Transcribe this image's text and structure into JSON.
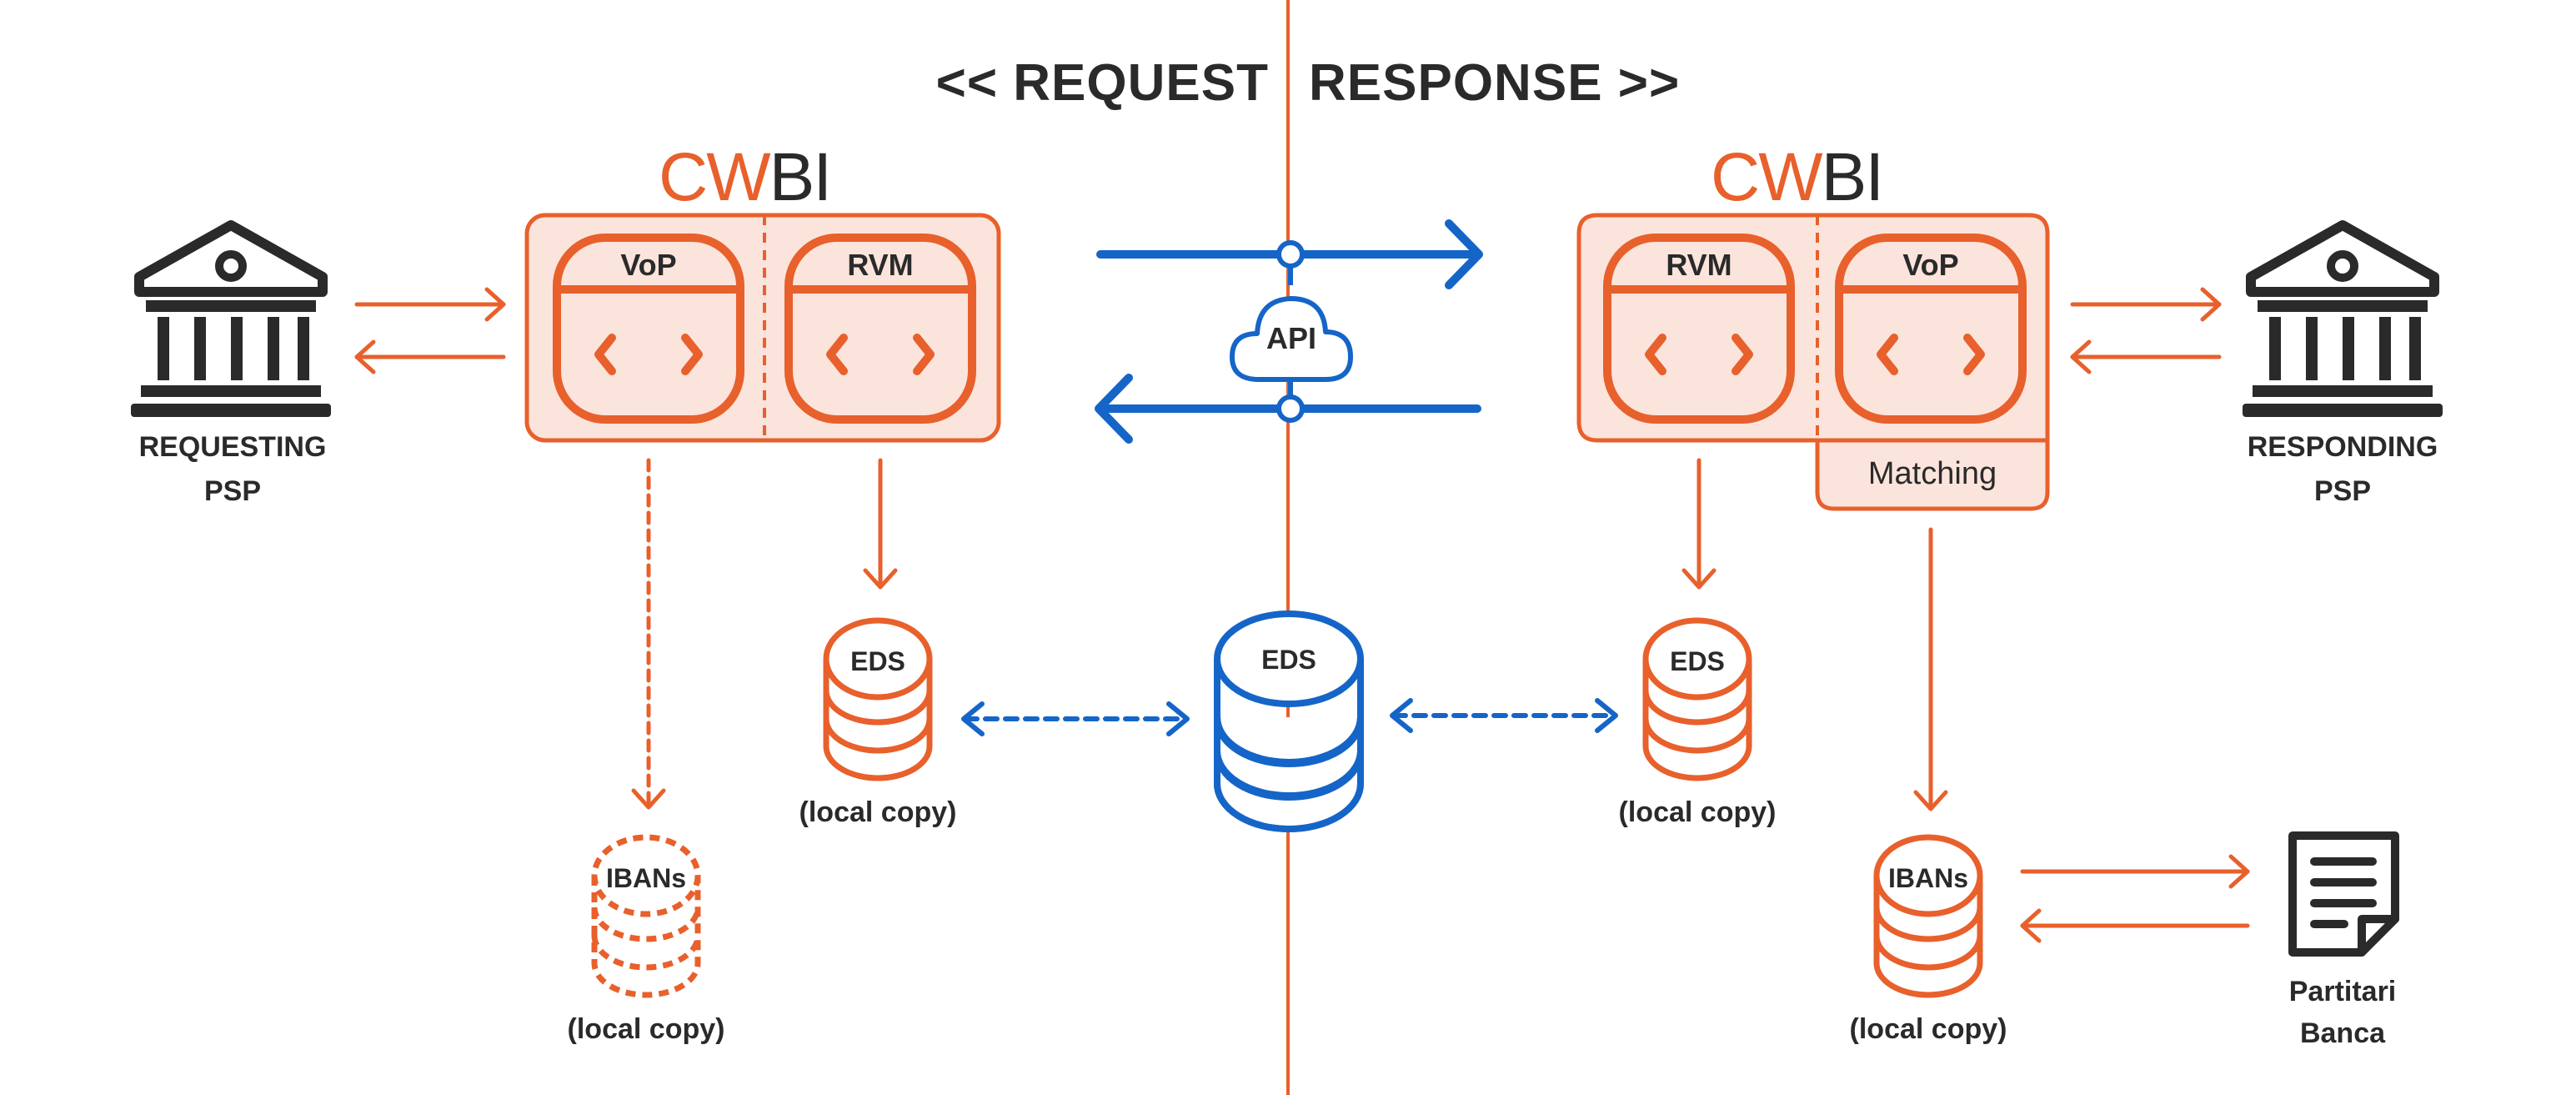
{
  "header": {
    "request": "<< REQUEST",
    "response": "RESPONSE >>"
  },
  "logo": {
    "orange_part": "CW",
    "dark_part": "BI"
  },
  "left_module": {
    "left_box": "VoP",
    "right_box": "RVM"
  },
  "right_module": {
    "left_box": "RVM",
    "right_box": "VoP",
    "matching": "Matching"
  },
  "api": {
    "label": "API"
  },
  "requesting_psp": {
    "line1": "REQUESTING",
    "line2": "PSP"
  },
  "responding_psp": {
    "line1": "RESPONDING",
    "line2": "PSP"
  },
  "databases": {
    "eds_central": "EDS",
    "eds_left": "EDS",
    "eds_right": "EDS",
    "ibans_left": "IBANs",
    "ibans_right": "IBANs",
    "local_copy": "(local copy)"
  },
  "document": {
    "line1": "Partitari",
    "line2": "Banca"
  },
  "icons": {
    "bank": "bank-building-icon",
    "api": "cloud-icon",
    "document": "document-icon",
    "code": "code-brackets-icon",
    "database": "database-icon"
  },
  "colors": {
    "orange": "#e8602c",
    "orange_fill": "#fbe4dc",
    "blue": "#1565c8",
    "dark": "#2a2a2a"
  }
}
